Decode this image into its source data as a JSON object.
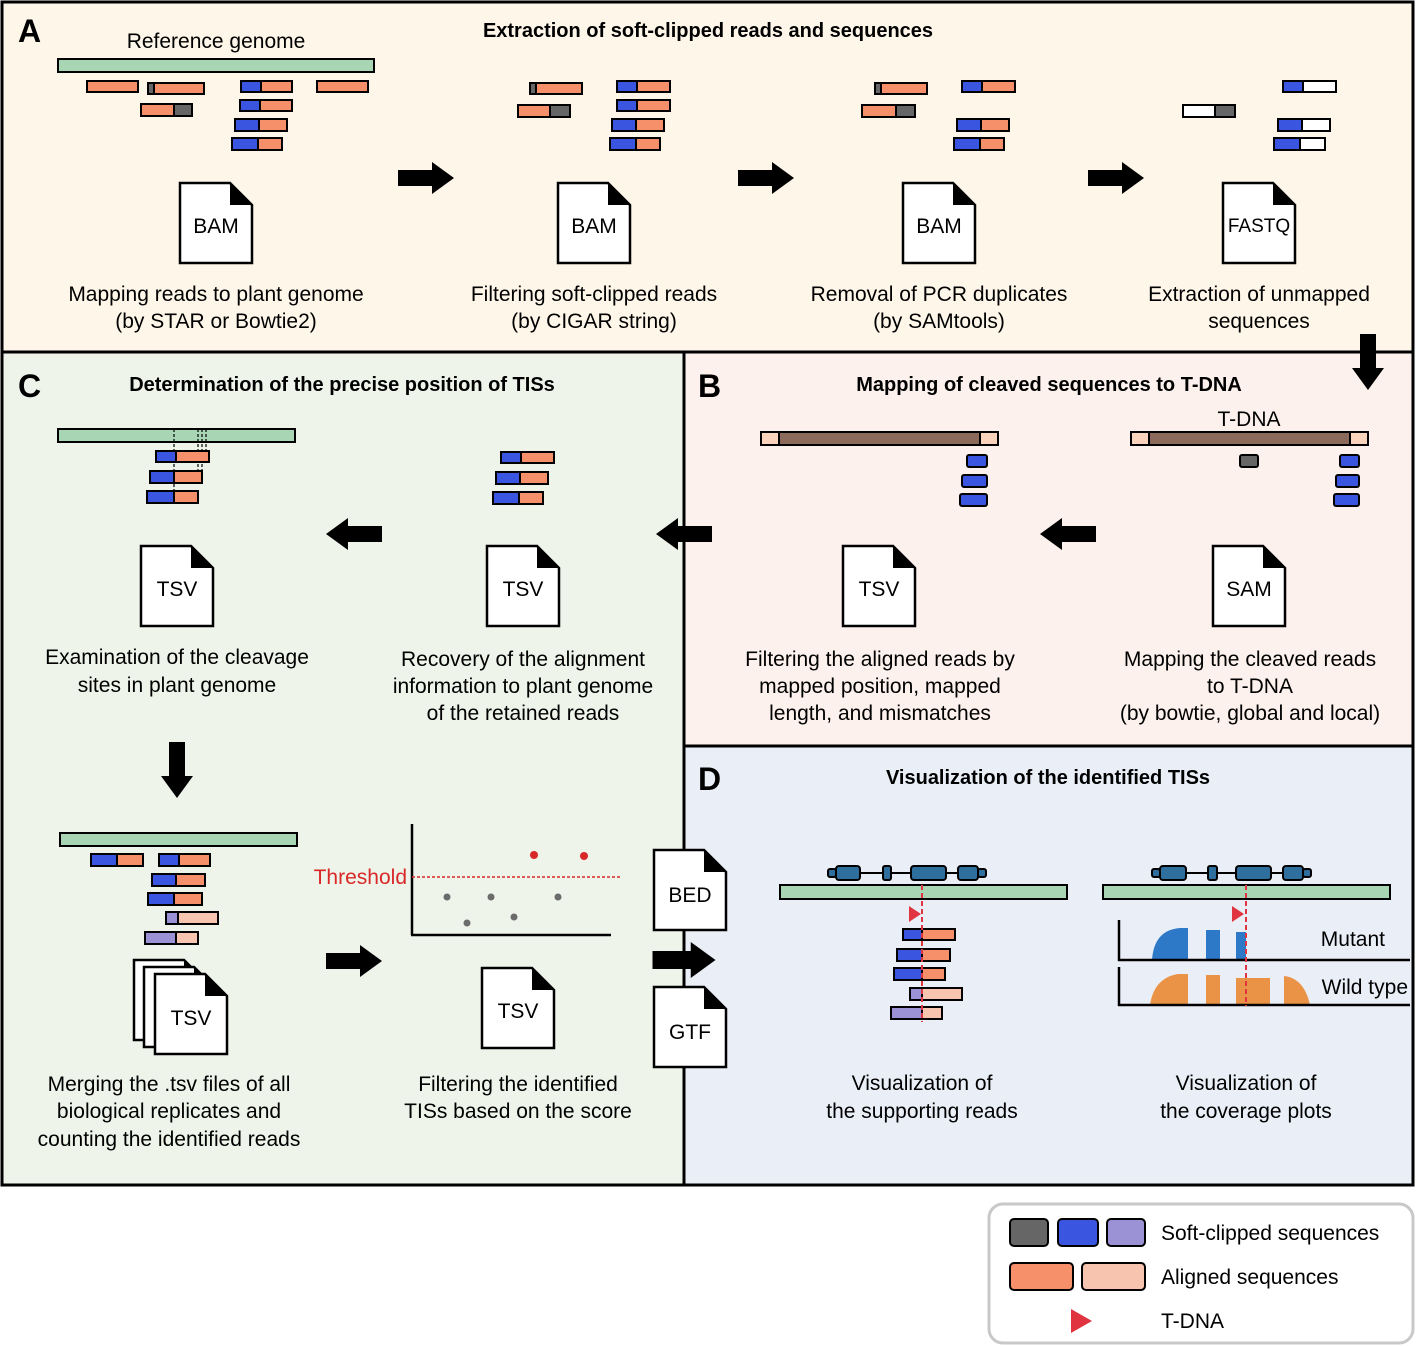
{
  "colors": {
    "panel_a": "#fef6e9",
    "panel_b": "#fcf1ec",
    "panel_c": "#eef4ea",
    "panel_d": "#eaeff7",
    "genome": "#a8d5b4",
    "tdna": "#8b6a5c",
    "tdna_end": "#f9d3bc",
    "aligned": "#f5906a",
    "aligned_light": "#f7c4b0",
    "clip_gray": "#666666",
    "clip_blue": "#3a55e0",
    "clip_purple": "#9a92d4",
    "unmapped": "#ffffff",
    "tdna_marker": "#e03540",
    "threshold": "#d92828",
    "gene_model": "#2f6f9e",
    "mutant_coverage": "#2e78c8",
    "wildtype_coverage": "#ea9245"
  },
  "panel_a": {
    "letter": "A",
    "title": "Extraction of soft-clipped reads and sequences",
    "genome_label": "Reference genome",
    "steps": [
      {
        "file": "BAM",
        "line1": "Mapping reads to plant genome",
        "line2": "(by STAR or Bowtie2)"
      },
      {
        "file": "BAM",
        "line1": "Filtering soft-clipped reads",
        "line2": "(by CIGAR string)"
      },
      {
        "file": "BAM",
        "line1": "Removal of PCR duplicates",
        "line2": "(by SAMtools)"
      },
      {
        "file": "FASTQ",
        "line1": "Extraction of unmapped",
        "line2": "sequences"
      }
    ]
  },
  "panel_b": {
    "letter": "B",
    "title": "Mapping of cleaved sequences to T-DNA",
    "tdna_label": "T-DNA",
    "steps": [
      {
        "file": "SAM",
        "line1": "Mapping the cleaved reads",
        "line2": "to T-DNA",
        "line3": "(by bowtie, global and local)"
      },
      {
        "file": "TSV",
        "line1": "Filtering the aligned reads by",
        "line2": "mapped position, mapped",
        "line3": "length, and mismatches"
      }
    ]
  },
  "panel_c": {
    "letter": "C",
    "title": "Determination of the precise position of TISs",
    "steps": [
      {
        "file": "TSV",
        "line1": "Recovery of the alignment",
        "line2": "information to plant genome",
        "line3": "of the retained reads"
      },
      {
        "file": "TSV",
        "line1": "Examination of the cleavage",
        "line2": "sites in plant genome"
      },
      {
        "file": "TSV",
        "line1": "Merging the .tsv files of all",
        "line2": "biological replicates and",
        "line3": "counting the identified reads"
      },
      {
        "file": "TSV",
        "line1": "Filtering the identified",
        "line2": "TISs based on the score"
      }
    ],
    "threshold_label": "Threshold",
    "output_files": [
      "BED",
      "GTF"
    ]
  },
  "panel_d": {
    "letter": "D",
    "title": "Visualization of the identified TISs",
    "tracks": [
      "Mutant",
      "Wild type"
    ],
    "captions": [
      {
        "line1": "Visualization of",
        "line2": "the supporting reads"
      },
      {
        "line1": "Visualization of",
        "line2": "the coverage plots"
      }
    ]
  },
  "legend": {
    "items": [
      {
        "label": "Soft-clipped sequences",
        "swatches": [
          "#666666",
          "#3a55e0",
          "#9a92d4"
        ]
      },
      {
        "label": "Aligned sequences",
        "swatches": [
          "#f5906a",
          "#f7c4b0"
        ]
      },
      {
        "label": "T-DNA",
        "marker": "triangle"
      }
    ]
  }
}
